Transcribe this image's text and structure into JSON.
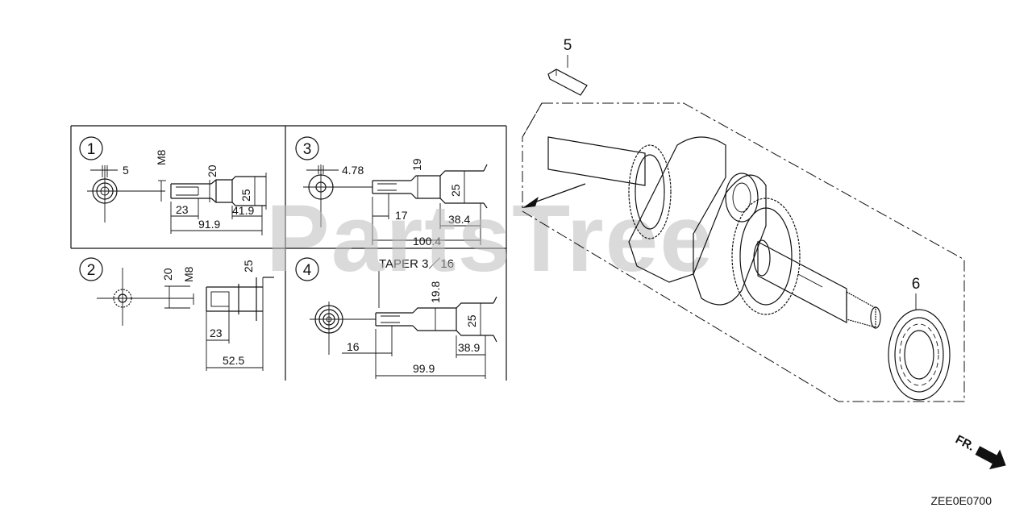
{
  "watermark": "PartsTree",
  "drawing_code": "ZEE0E0700",
  "front_label": "FR.",
  "callouts": {
    "key": "5",
    "bearing": "6"
  },
  "variants": [
    {
      "id": "1",
      "dims": {
        "d1": "5",
        "d2": "M8",
        "d3": "20",
        "d4": "25",
        "d5": "23",
        "d6": "41.9",
        "d7": "91.9"
      }
    },
    {
      "id": "2",
      "dims": {
        "d1": "20",
        "d2": "M8",
        "d3": "25",
        "d4": "23",
        "d5": "52.5"
      }
    },
    {
      "id": "3",
      "dims": {
        "d1": "4.78",
        "d2": "19",
        "d3": "25",
        "d4": "17",
        "d5": "38.4",
        "d6": "100.4"
      }
    },
    {
      "id": "4",
      "taper": "TAPER 3／16",
      "dims": {
        "d1": "19.8",
        "d2": "25",
        "d3": "16",
        "d4": "38.9",
        "d5": "99.9"
      }
    }
  ]
}
